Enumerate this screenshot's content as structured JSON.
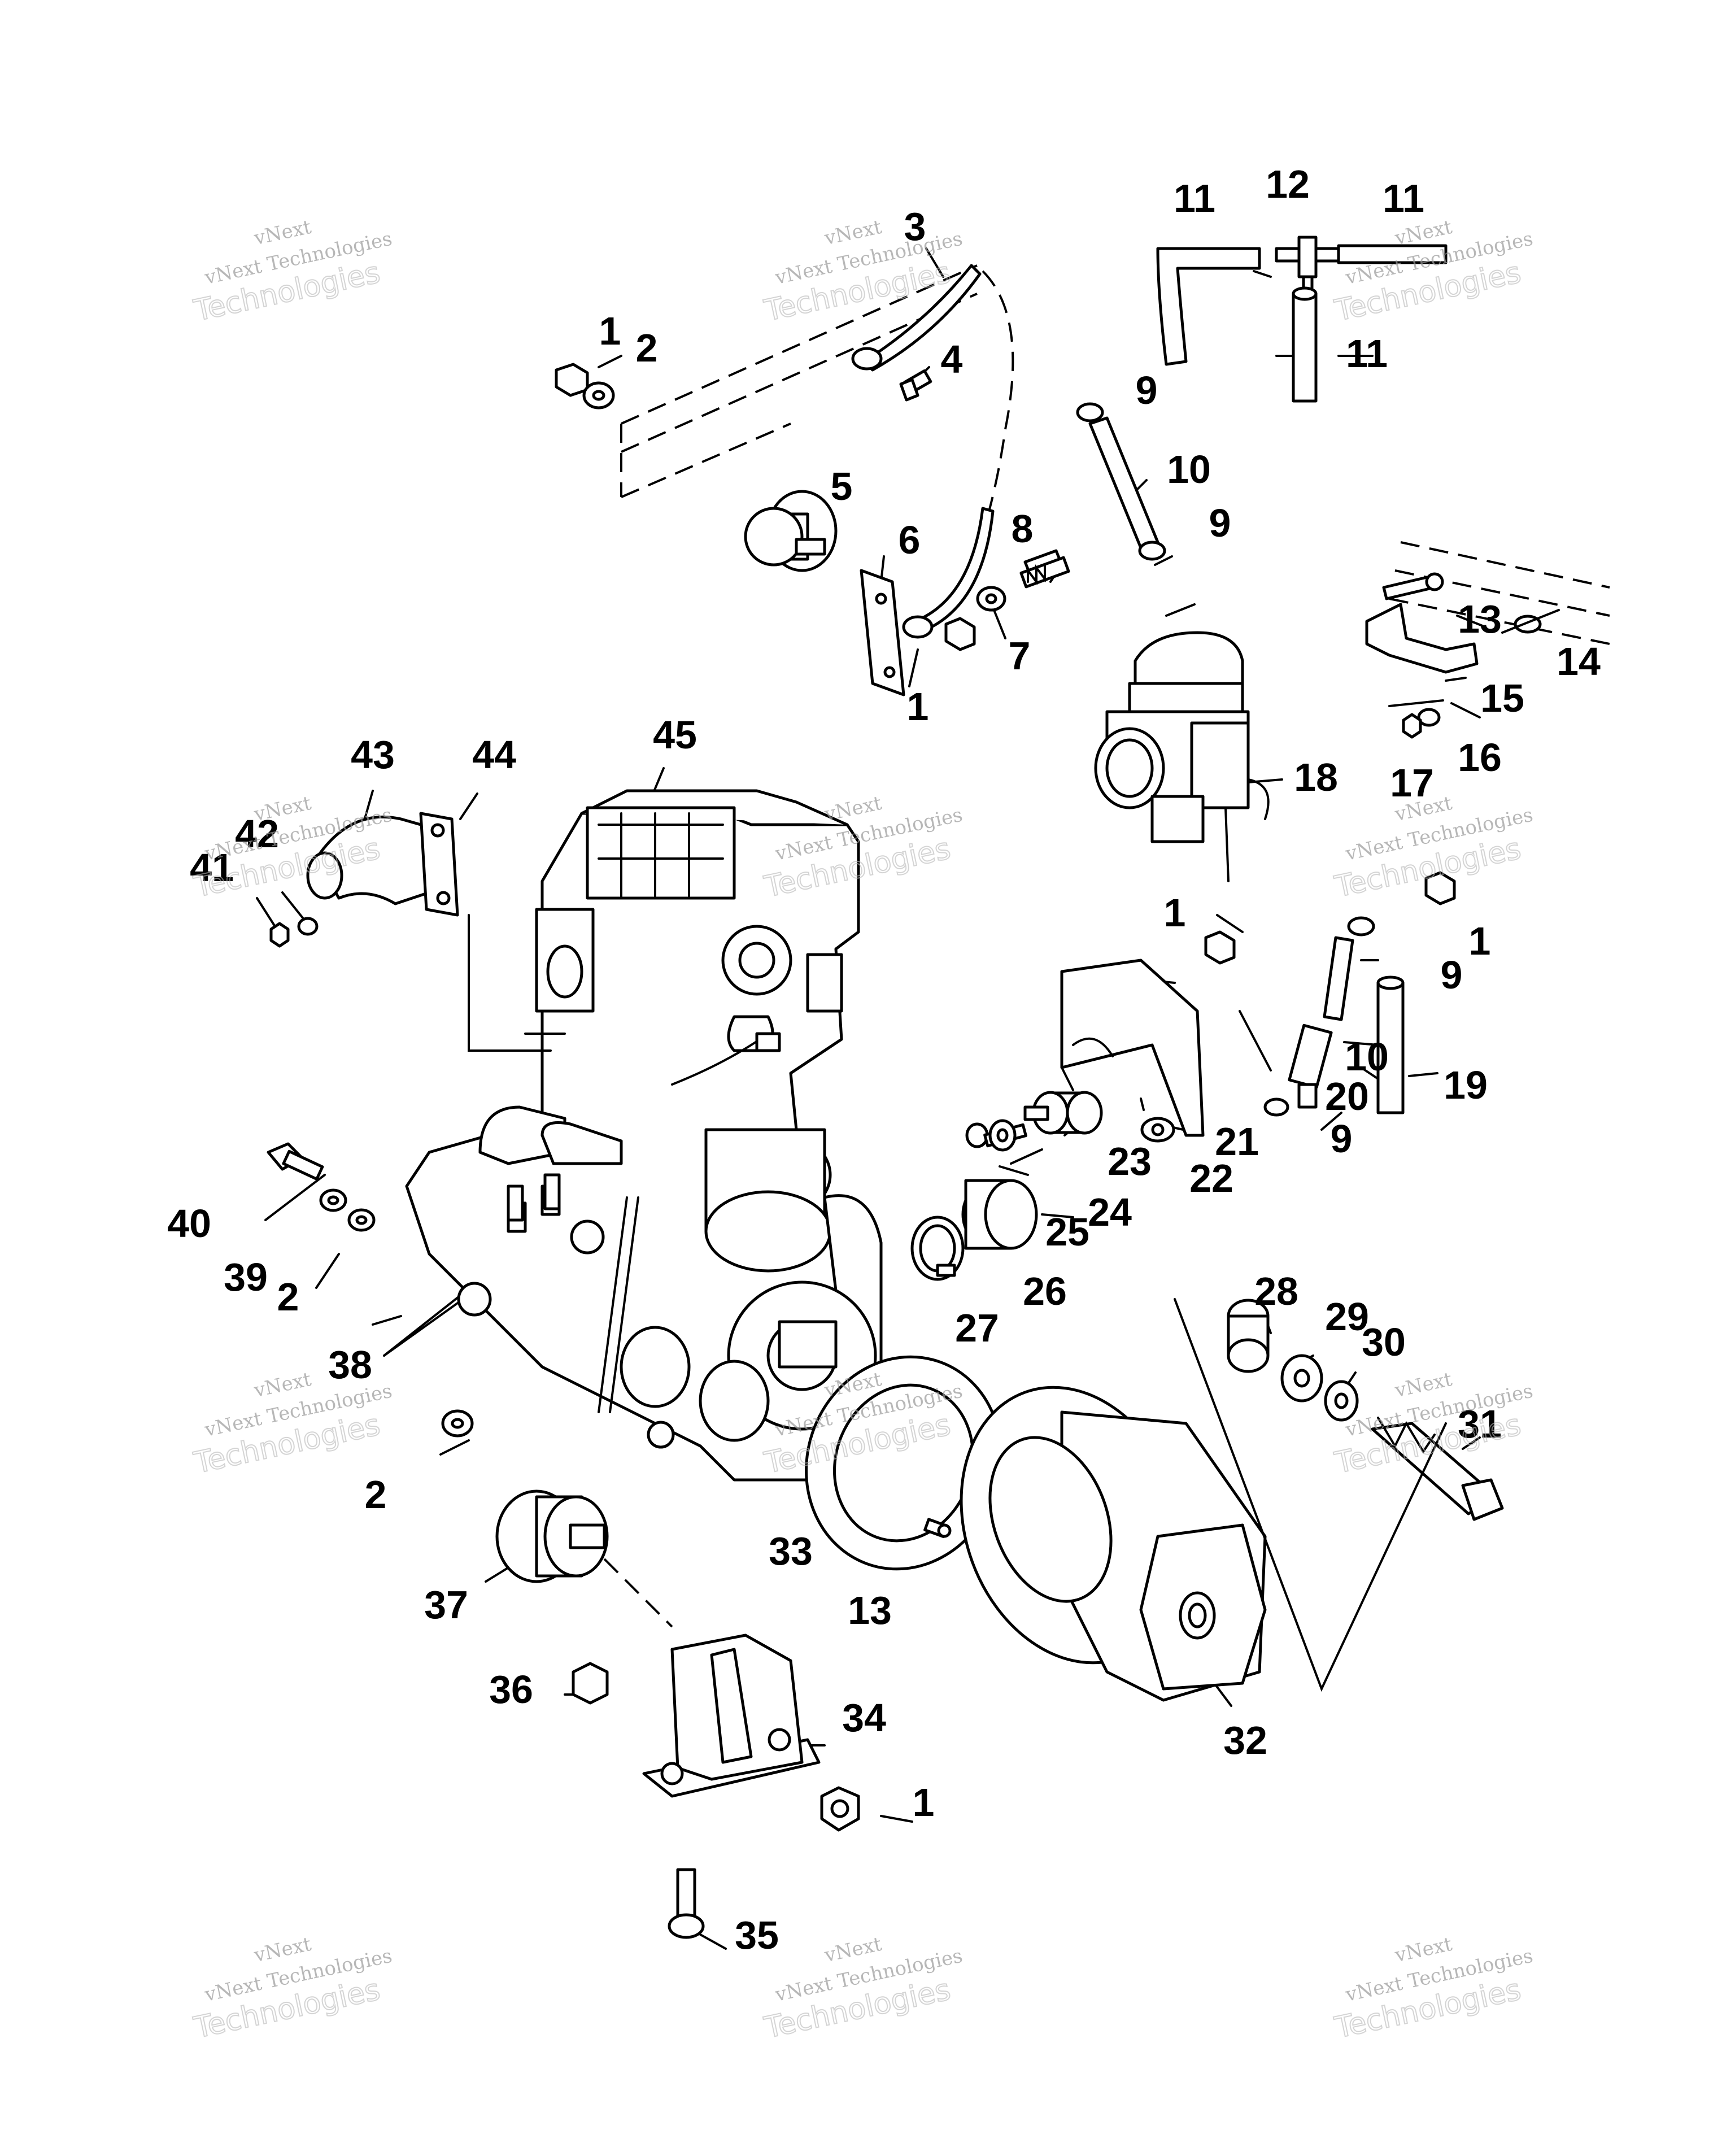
{
  "watermark": {
    "line1": "vNext",
    "line2": "vNext Technologies",
    "line3": "Technologies"
  },
  "callouts": [
    {
      "id": "c1a",
      "text": "1"
    },
    {
      "id": "c2a",
      "text": "2"
    },
    {
      "id": "c3",
      "text": "3"
    },
    {
      "id": "c4",
      "text": "4"
    },
    {
      "id": "c5",
      "text": "5"
    },
    {
      "id": "c6",
      "text": "6"
    },
    {
      "id": "c7",
      "text": "7"
    },
    {
      "id": "c8",
      "text": "8"
    },
    {
      "id": "c1b",
      "text": "1"
    },
    {
      "id": "c9a",
      "text": "9"
    },
    {
      "id": "c9b",
      "text": "9"
    },
    {
      "id": "c10a",
      "text": "10"
    },
    {
      "id": "c11a",
      "text": "11"
    },
    {
      "id": "c12",
      "text": "12"
    },
    {
      "id": "c11b",
      "text": "11"
    },
    {
      "id": "c11c",
      "text": "11"
    },
    {
      "id": "c13a",
      "text": "13"
    },
    {
      "id": "c14",
      "text": "14"
    },
    {
      "id": "c15",
      "text": "15"
    },
    {
      "id": "c16",
      "text": "16"
    },
    {
      "id": "c17",
      "text": "17"
    },
    {
      "id": "c18",
      "text": "18"
    },
    {
      "id": "c1c",
      "text": "1"
    },
    {
      "id": "c9c",
      "text": "9"
    },
    {
      "id": "c1d",
      "text": "1"
    },
    {
      "id": "c10b",
      "text": "10"
    },
    {
      "id": "c20",
      "text": "20"
    },
    {
      "id": "c19",
      "text": "19"
    },
    {
      "id": "c9d",
      "text": "9"
    },
    {
      "id": "c21",
      "text": "21"
    },
    {
      "id": "c22",
      "text": "22"
    },
    {
      "id": "c23",
      "text": "23"
    },
    {
      "id": "c24",
      "text": "24"
    },
    {
      "id": "c25",
      "text": "25"
    },
    {
      "id": "c26",
      "text": "26"
    },
    {
      "id": "c27",
      "text": "27"
    },
    {
      "id": "c28",
      "text": "28"
    },
    {
      "id": "c29",
      "text": "29"
    },
    {
      "id": "c30",
      "text": "30"
    },
    {
      "id": "c31",
      "text": "31"
    },
    {
      "id": "c32",
      "text": "32"
    },
    {
      "id": "c33",
      "text": "33"
    },
    {
      "id": "c13b",
      "text": "13"
    },
    {
      "id": "c34",
      "text": "34"
    },
    {
      "id": "c1e",
      "text": "1"
    },
    {
      "id": "c35",
      "text": "35"
    },
    {
      "id": "c36",
      "text": "36"
    },
    {
      "id": "c37",
      "text": "37"
    },
    {
      "id": "c2b",
      "text": "2"
    },
    {
      "id": "c38",
      "text": "38"
    },
    {
      "id": "c2c",
      "text": "2"
    },
    {
      "id": "c39",
      "text": "39"
    },
    {
      "id": "c40",
      "text": "40"
    },
    {
      "id": "c41",
      "text": "41"
    },
    {
      "id": "c42",
      "text": "42"
    },
    {
      "id": "c43",
      "text": "43"
    },
    {
      "id": "c44",
      "text": "44"
    },
    {
      "id": "c45",
      "text": "45"
    }
  ]
}
